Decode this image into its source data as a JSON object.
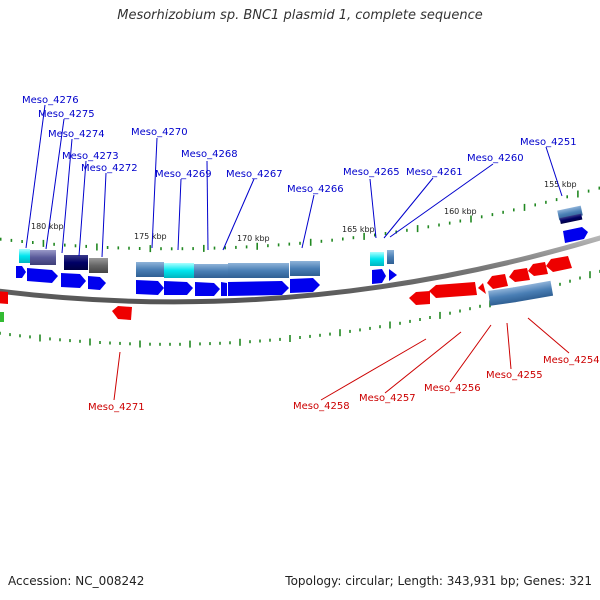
{
  "title": "Mesorhizobium sp. BNC1 plasmid 1, complete sequence",
  "footer": {
    "accession": "Accession: NC_008242",
    "summary": "Topology: circular; Length: 343,931 bp; Genes: 321"
  },
  "colors": {
    "forward_label": "#0000cc",
    "reverse_label": "#cc0000",
    "forward_gene": "#0000ee",
    "reverse_gene": "#ee0000",
    "backbone": "#777777",
    "tick": "#228822",
    "cog_blue": "#4a7fb5",
    "cog_cyan": "#00e5ee",
    "cog_navy": "#000066",
    "cog_purple": "#5a5a9a",
    "cog_gray": "#666666"
  },
  "scale_labels": [
    "180 kbp",
    "175 kbp",
    "170 kbp",
    "165 kbp",
    "160 kbp",
    "155 kbp"
  ],
  "forward_genes": [
    "Meso_4276",
    "Meso_4275",
    "Meso_4274",
    "Meso_4273",
    "Meso_4272",
    "Meso_4270",
    "Meso_4269",
    "Meso_4268",
    "Meso_4267",
    "Meso_4266",
    "Meso_4265",
    "Meso_4261",
    "Meso_4260",
    "Meso_4251"
  ],
  "reverse_genes": [
    "Meso_4271",
    "Meso_4258",
    "Meso_4257",
    "Meso_4256",
    "Meso_4255",
    "Meso_4254"
  ]
}
